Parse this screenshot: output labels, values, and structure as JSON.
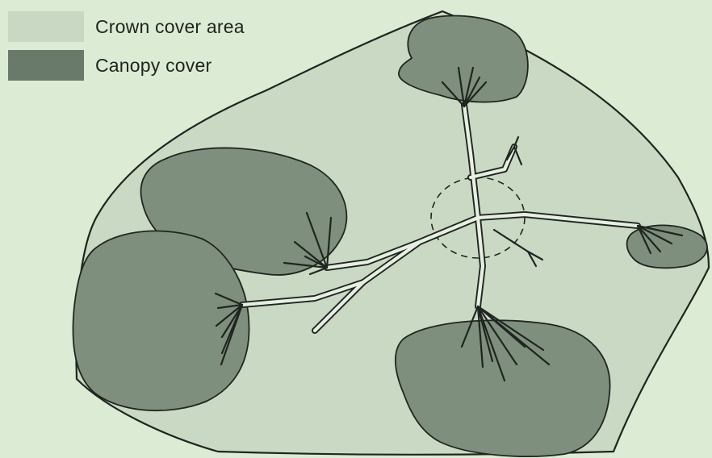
{
  "legend": {
    "items": [
      {
        "label": "Crown cover area",
        "swatch": "light-green-gray",
        "color": "#c8d8c2"
      },
      {
        "label": "Canopy cover",
        "swatch": "dark-green-gray",
        "color": "#6a7a6a"
      }
    ]
  },
  "colors": {
    "background": "#dcebd4",
    "crown_area": "#cad9c3",
    "canopy": "#7f8f7d",
    "outline": "#202520",
    "branch_fill": "#e6efe1"
  }
}
